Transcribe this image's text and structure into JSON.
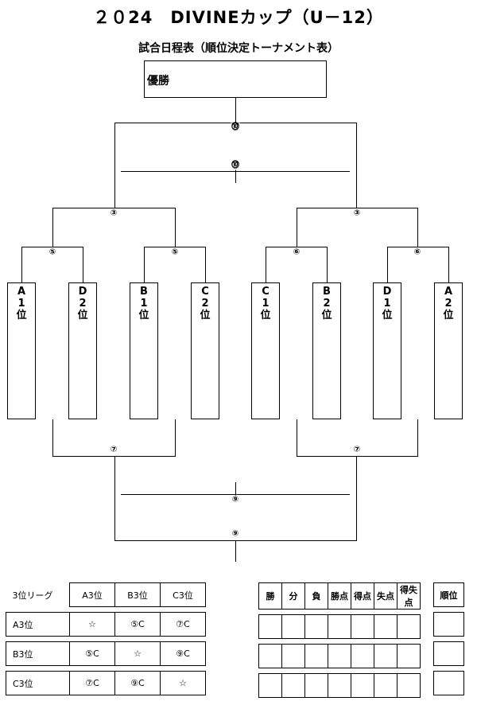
{
  "title": "２０24　DIVINEカップ（U－12）",
  "subtitle": "試合日程表（順位決定トーナメント表）",
  "winner_label": "優勝",
  "teams": [
    {
      "line1": "A",
      "line2": "1",
      "line3": "位"
    },
    {
      "line1": "D",
      "line2": "2",
      "line3": "位"
    },
    {
      "line1": "B",
      "line2": "1",
      "line3": "位"
    },
    {
      "line1": "C",
      "line2": "2",
      "line3": "位"
    },
    {
      "line1": "C",
      "line2": "1",
      "line3": "位"
    },
    {
      "line1": "B",
      "line2": "2",
      "line3": "位"
    },
    {
      "line1": "D",
      "line2": "1",
      "line3": "位"
    },
    {
      "line1": "A",
      "line2": "2",
      "line3": "位"
    }
  ],
  "match_marks": {
    "final": "⓾",
    "final_alt": "⓾",
    "semi_left": "③",
    "semi_right": "③",
    "q1": "⑤",
    "q2": "⑤",
    "q3": "⑥",
    "q4": "⑥",
    "consol_left": "⑦",
    "consol_right": "⑦",
    "third_alt": "⑨",
    "third": "⑨"
  },
  "league": {
    "header": [
      "3位リーグ",
      "A3位",
      "B3位",
      "C3位"
    ],
    "rows": [
      [
        "A3位",
        "☆",
        "⑤C",
        "⑦C"
      ],
      [
        "B3位",
        "⑤C",
        "☆",
        "⑨C"
      ],
      [
        "C3位",
        "⑦C",
        "⑨C",
        "☆"
      ]
    ]
  },
  "results": {
    "header": [
      "勝",
      "分",
      "負",
      "勝点",
      "得点",
      "失点",
      "得失点"
    ],
    "rank_header": "順位"
  }
}
